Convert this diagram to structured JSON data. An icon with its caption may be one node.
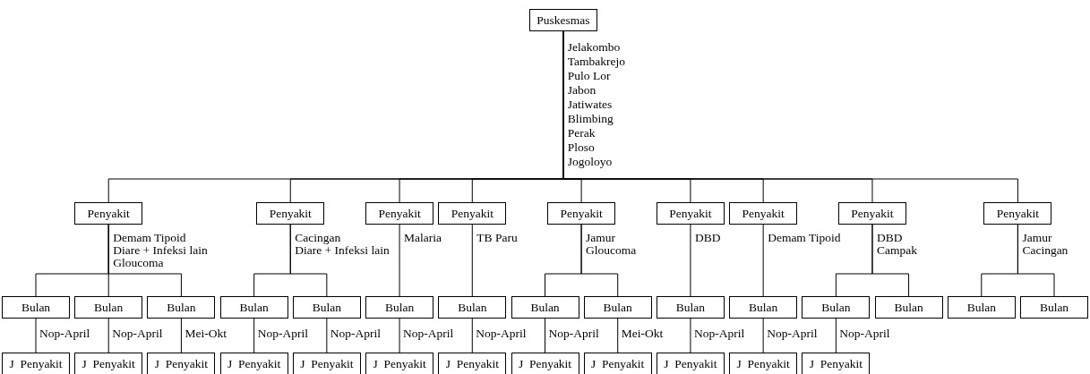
{
  "diagram": {
    "nodes": [
      {
        "text": [
          "Puskesmas"
        ],
        "beside": [
          "Jelakombo",
          "Tambakrejo",
          "Pulo Lor",
          "Jabon",
          "Jatiwates",
          "Blimbing",
          "Perak",
          "Ploso",
          "Jogoloyo"
        ]
      },
      {
        "text": [
          "Penyakit"
        ],
        "beside": [
          "Demam Tipoid",
          "Diare + Infeksi lain",
          "Gloucoma"
        ]
      },
      {
        "text": [
          "Penyakit"
        ],
        "beside": [
          "Cacingan",
          "Diare + Infeksi lain"
        ]
      },
      {
        "text": [
          "Penyakit"
        ],
        "beside": [
          "Malaria"
        ]
      },
      {
        "text": [
          "Penyakit"
        ],
        "beside": [
          "TB Paru"
        ]
      },
      {
        "text": [
          "Penyakit"
        ],
        "beside": [
          "Jamur",
          "Gloucoma"
        ]
      },
      {
        "text": [
          "Penyakit"
        ],
        "beside": [
          "DBD"
        ]
      },
      {
        "text": [
          "Penyakit"
        ],
        "beside": [
          "Demam Tipoid"
        ]
      },
      {
        "text": [
          "Penyakit"
        ],
        "beside": [
          "DBD",
          "Campak"
        ]
      },
      {
        "text": [
          "Penyakit"
        ],
        "beside": [
          "Jamur",
          "Cacingan"
        ]
      },
      {
        "text": [
          "Bulan"
        ]
      },
      {
        "text": [
          "Bulan"
        ]
      },
      {
        "text": [
          "Bulan"
        ]
      },
      {
        "text": [
          "Bulan"
        ]
      },
      {
        "text": [
          "Bulan"
        ]
      },
      {
        "text": [
          "Bulan"
        ]
      },
      {
        "text": [
          "Bulan"
        ]
      },
      {
        "text": [
          "Bulan"
        ]
      },
      {
        "text": [
          "Bulan"
        ]
      },
      {
        "text": [
          "Bulan"
        ]
      },
      {
        "text": [
          "Bulan"
        ]
      },
      {
        "text": [
          "Bulan"
        ]
      },
      {
        "text": [
          "Bulan"
        ]
      },
      {
        "text": [
          "Bulan"
        ]
      },
      {
        "text": [
          "Bulan"
        ]
      },
      {
        "text": [
          "J  Penyakit"
        ]
      },
      {
        "text": [
          "J  Penyakit"
        ]
      },
      {
        "text": [
          "J  Penyakit"
        ]
      },
      {
        "text": [
          "J  Penyakit"
        ]
      },
      {
        "text": [
          "J  Penyakit"
        ]
      },
      {
        "text": [
          "J  Penyakit"
        ]
      },
      {
        "text": [
          "J  Penyakit"
        ]
      },
      {
        "text": [
          "J  Penyakit"
        ]
      },
      {
        "text": [
          "J  Penyakit"
        ]
      },
      {
        "text": [
          "J  Penyakit"
        ]
      },
      {
        "text": [
          "J  Penyakit"
        ]
      },
      {
        "text": [
          "J  Penyakit"
        ]
      }
    ],
    "edges": [
      {
        "from": 0,
        "to": 1,
        "arrow": "none"
      },
      {
        "from": 0,
        "to": 2,
        "arrow": "none"
      },
      {
        "from": 0,
        "to": 3,
        "arrow": "none"
      },
      {
        "from": 0,
        "to": 4,
        "arrow": "none"
      },
      {
        "from": 0,
        "to": 5,
        "arrow": "none"
      },
      {
        "from": 0,
        "to": 6,
        "arrow": "none"
      },
      {
        "from": 0,
        "to": 7,
        "arrow": "none"
      },
      {
        "from": 0,
        "to": 8,
        "arrow": "none"
      },
      {
        "from": 0,
        "to": 9,
        "arrow": "none"
      },
      {
        "from": 1,
        "to": 10,
        "arrow": "none"
      },
      {
        "from": 1,
        "to": 11,
        "arrow": "none"
      },
      {
        "from": 1,
        "to": 12,
        "arrow": "none"
      },
      {
        "from": 2,
        "to": 13,
        "arrow": "none"
      },
      {
        "from": 2,
        "to": 14,
        "arrow": "none"
      },
      {
        "from": 3,
        "to": 15,
        "arrow": "none"
      },
      {
        "from": 4,
        "to": 16,
        "arrow": "none"
      },
      {
        "from": 5,
        "to": 17,
        "arrow": "none"
      },
      {
        "from": 5,
        "to": 18,
        "arrow": "none"
      },
      {
        "from": 6,
        "to": 19,
        "arrow": "none"
      },
      {
        "from": 7,
        "to": 20,
        "arrow": "none"
      },
      {
        "from": 8,
        "to": 21,
        "arrow": "none"
      },
      {
        "from": 8,
        "to": 22,
        "arrow": "none"
      },
      {
        "from": 9,
        "to": 23,
        "arrow": "none"
      },
      {
        "from": 9,
        "to": 24,
        "arrow": "none"
      },
      {
        "from": 10,
        "to": 25,
        "label": "Nop-April",
        "arrow": "none"
      },
      {
        "from": 11,
        "to": 26,
        "label": "Nop-April",
        "arrow": "none"
      },
      {
        "from": 12,
        "to": 27,
        "label": "Mei-Okt",
        "arrow": "none"
      },
      {
        "from": 13,
        "to": 28,
        "label": "Nop-April",
        "arrow": "none"
      },
      {
        "from": 14,
        "to": 29,
        "label": "Nop-April",
        "arrow": "none"
      },
      {
        "from": 15,
        "to": 30,
        "label": "Nop-April",
        "arrow": "none"
      },
      {
        "from": 16,
        "to": 31,
        "label": "Nop-April",
        "arrow": "none"
      },
      {
        "from": 17,
        "to": 32,
        "label": "Nop-April",
        "arrow": "none"
      },
      {
        "from": 18,
        "to": 33,
        "label": "Mei-Okt",
        "arrow": "none"
      },
      {
        "from": 19,
        "to": 34,
        "label": "Nop-April",
        "arrow": "none"
      },
      {
        "from": 20,
        "to": 35,
        "label": "Nop-April",
        "arrow": "none"
      },
      {
        "from": 21,
        "to": 36,
        "label": "Nop-April",
        "arrow": "none"
      }
    ]
  }
}
